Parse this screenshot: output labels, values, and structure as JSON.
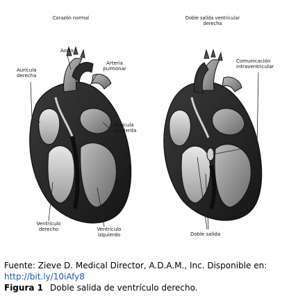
{
  "diagram": {
    "left_panel": {
      "title": "Corazón normal",
      "labels": {
        "aorta": "Aorta",
        "arteria_pulmonar": [
          "Arteria",
          "pulmonar"
        ],
        "auricula_derecha": [
          "Aurícula",
          "derecha"
        ],
        "auricula_izquierda": [
          "Aurícula",
          "izquierda"
        ],
        "ventriculo_derecho": [
          "Ventrículo",
          "derecho"
        ],
        "ventriculo_izquierdo": [
          "Ventrículo",
          "izquierdo"
        ]
      }
    },
    "right_panel": {
      "title": [
        "Doble salida ventricular",
        "derecha"
      ],
      "labels": {
        "comunicacion": [
          "Comunicación",
          "intraventricular"
        ],
        "doble_salida": "Doble salida"
      }
    }
  },
  "caption": {
    "source": "Fuente: Zieve D. Medical Director, A.D.A.M., Inc. Disponible en:",
    "link": "http://bit.ly/10iAfy8",
    "figure_number": "Figura 1",
    "figure_text": "Doble salida de ventrículo derecho."
  }
}
